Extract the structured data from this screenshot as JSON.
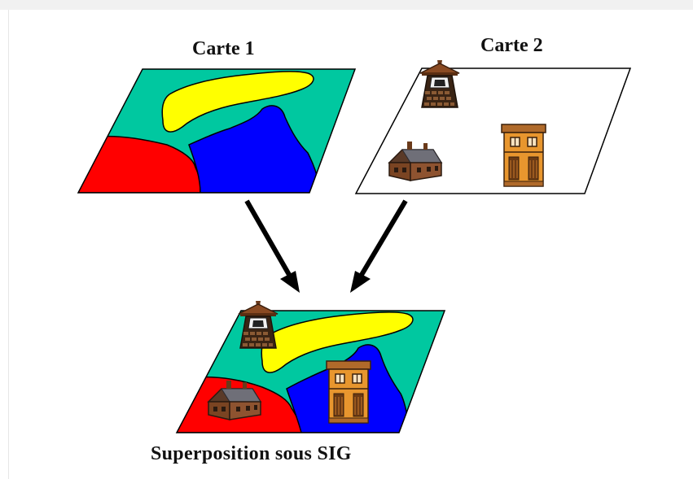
{
  "labels": {
    "map1": "Carte 1",
    "map2": "Carte 2",
    "result": "Superposition sous  SIG"
  },
  "colors": {
    "background_zone": "#00c8a0",
    "yellow_zone": "#ffff00",
    "blue_zone": "#0000ff",
    "red_zone": "#ff0000",
    "outline": "#000000",
    "arrow": "#000000"
  },
  "icons": [
    "lighthouse-icon",
    "stone-house-icon",
    "apartment-building-icon"
  ]
}
